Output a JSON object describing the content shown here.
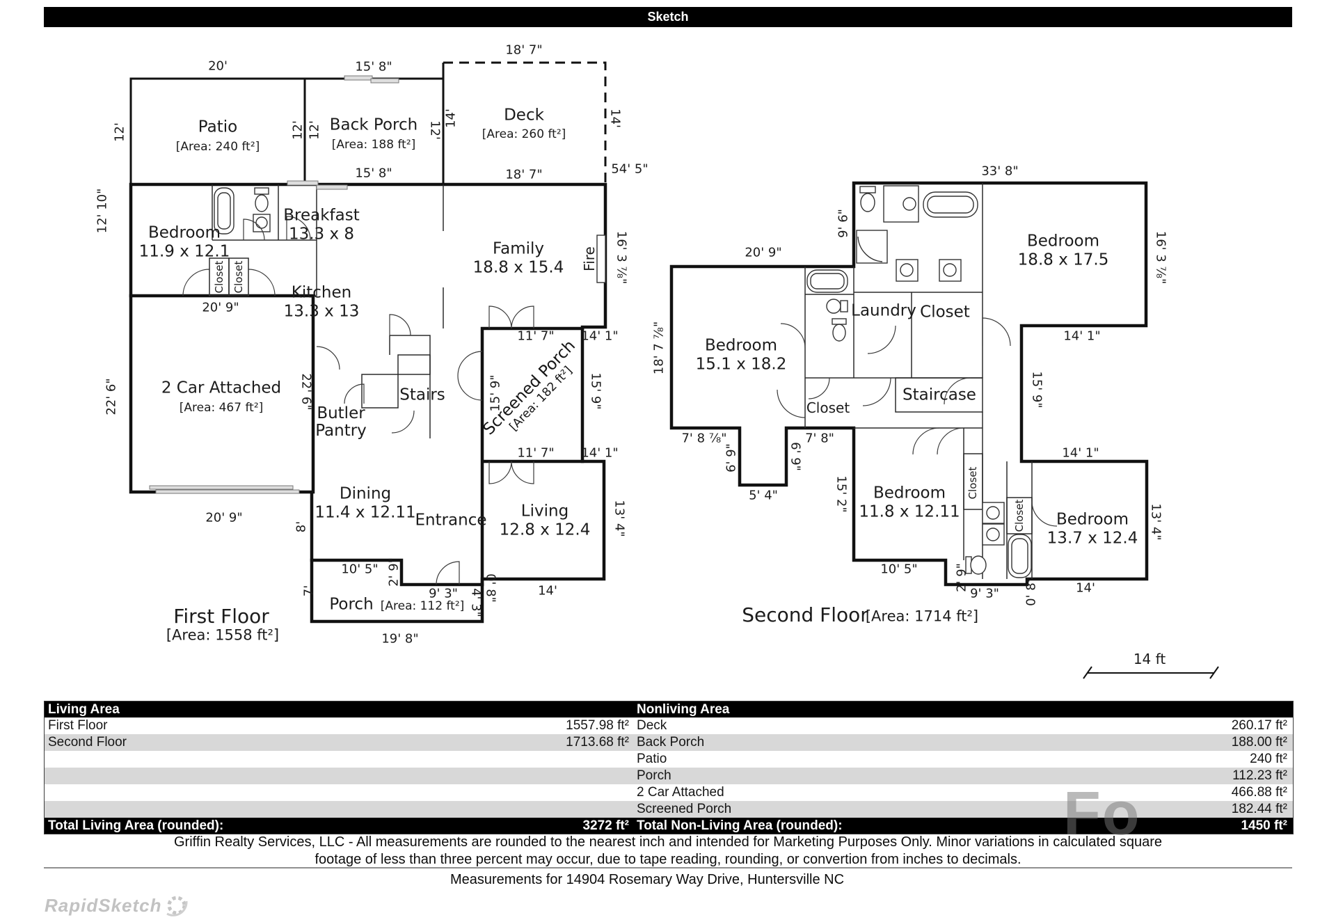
{
  "titlebar": {
    "title": "Sketch"
  },
  "colors": {
    "wall": "#111111",
    "shaded_row": "#d8d8d8",
    "titlebar_bg": "#000000",
    "logo_gray": "#c2c2c2"
  },
  "first_floor": {
    "title": "First Floor",
    "area_label": "[Area: 1558 ft²]",
    "rooms": {
      "patio": {
        "name": "Patio",
        "area": "[Area: 240 ft²]"
      },
      "back_porch": {
        "name": "Back Porch",
        "area": "[Area: 188 ft²]"
      },
      "deck": {
        "name": "Deck",
        "area": "[Area: 260 ft²]"
      },
      "bedroom": {
        "name": "Bedroom",
        "size": "11.9 x 12.1"
      },
      "breakfast": {
        "name": "Breakfast",
        "size": "13.3 x 8"
      },
      "family": {
        "name": "Family",
        "size": "18.8 x 15.4"
      },
      "kitchen": {
        "name": "Kitchen",
        "size": "13.3 x 13"
      },
      "garage": {
        "name": "2 Car Attached",
        "area": "[Area: 467 ft²]"
      },
      "butler_pantry": {
        "name": "Butler Pantry"
      },
      "stairs": {
        "name": "Stairs"
      },
      "screened_porch": {
        "name": "Screened Porch",
        "area": "[Area: 182 ft²]"
      },
      "dining": {
        "name": "Dining",
        "size": "11.4 x 12.11"
      },
      "entrance": {
        "name": "Entrance"
      },
      "living": {
        "name": "Living",
        "size": "12.8 x 12.4"
      },
      "porch": {
        "name": "Porch",
        "area": "[Area: 112 ft²]"
      },
      "fireplace": {
        "name": "Fire"
      },
      "closet": {
        "name": "Closet"
      }
    }
  },
  "second_floor": {
    "title": "Second Floor",
    "area_label": "[Area: 1714 ft²]",
    "rooms": {
      "bedroom_left": {
        "name": "Bedroom",
        "size": "15.1 x 18.2"
      },
      "bedroom_top_right": {
        "name": "Bedroom",
        "size": "18.8 x 17.5"
      },
      "bedroom_bottom_left": {
        "name": "Bedroom",
        "size": "11.8 x 12.11"
      },
      "bedroom_bottom_right": {
        "name": "Bedroom",
        "size": "13.7 x 12.4"
      },
      "laundry": {
        "name": "Laundry"
      },
      "staircase": {
        "name": "Staircase"
      },
      "closet": {
        "name": "Closet"
      }
    }
  },
  "dims": {
    "d20": "20'",
    "d15_8": "15' 8\"",
    "d18_7": "18' 7\"",
    "d12": "12'",
    "d14": "14'",
    "d54_5": "54' 5\"",
    "d12_10": "12' 10\"",
    "d16_3_78": "16' 3 ⅞\"",
    "d20_9": "20' 9\"",
    "d22_6": "22' 6\"",
    "d11_7": "11' 7\"",
    "d14_1": "14' 1\"",
    "d15_9": "15' 9\"",
    "d8": "8'",
    "d13_4": "13' 4\"",
    "d10_5": "10' 5\"",
    "d2_9": "2' 9\"",
    "d7": "7'",
    "d9_3": "9' 3\"",
    "d4_3": "4' 3\"",
    "d0_8": "0' 8\"",
    "d19_8": "19' 8\"",
    "d33_8": "33' 8\"",
    "d9_6": "9' 6\"",
    "d18_7_78": "18' 7 ⅞\"",
    "d7_8_78": "7' 8 ⅞\"",
    "d7_8": "7' 8\"",
    "d6_9": "6' 9\"",
    "d5_4": "5' 4\"",
    "d15_2": "15' 2\""
  },
  "scale_bar": {
    "label": "14 ft"
  },
  "table": {
    "living_header": "Living Area",
    "nonliving_header": "Nonliving Area",
    "rows": [
      {
        "l_label": "First Floor",
        "l_value": "1557.98 ft²",
        "r_label": "Deck",
        "r_value": "260.17 ft²"
      },
      {
        "l_label": "Second Floor",
        "l_value": "1713.68 ft²",
        "r_label": "Back Porch",
        "r_value": "188.00 ft²"
      },
      {
        "l_label": "",
        "l_value": "",
        "r_label": "Patio",
        "r_value": "240 ft²"
      },
      {
        "l_label": "",
        "l_value": "",
        "r_label": "Porch",
        "r_value": "112.23 ft²"
      },
      {
        "l_label": "",
        "l_value": "",
        "r_label": "2 Car Attached",
        "r_value": "466.88 ft²"
      },
      {
        "l_label": "",
        "l_value": "",
        "r_label": "Screened Porch",
        "r_value": "182.44 ft²"
      }
    ],
    "total_living_label": "Total Living Area (rounded):",
    "total_living_value": "3272 ft²",
    "total_nonliving_label": "Total Non-Living Area (rounded):",
    "total_nonliving_value": "1450 ft²"
  },
  "footer": {
    "disclaimer_line1": "Griffin Realty Services, LLC - All measurements are rounded to the nearest inch and intended for Marketing Purposes Only.  Minor variations in calculated square",
    "disclaimer_line2": "footage of less than three percent may occur, due to tape reading, rounding, or convertion from inches to decimals.",
    "address": "Measurements for 14904 Rosemary Way Drive, Huntersville NC",
    "logo": "RapidSketch",
    "watermark": "Fo"
  }
}
